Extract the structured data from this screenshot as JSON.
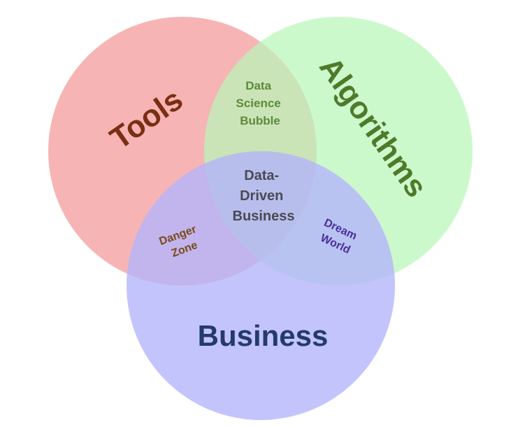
{
  "sets": {
    "tools": {
      "label": "Tools",
      "fill": "#f5a3a3",
      "text_color": "#7a2e12"
    },
    "algorithms": {
      "label": "Algorithms",
      "fill": "#b9f7b9",
      "text_color": "#4e7a2a"
    },
    "business": {
      "label": "Business",
      "fill": "#b3b3fb",
      "text_color": "#243a6b"
    }
  },
  "intersections": {
    "tools_algorithms": {
      "lines": [
        "Data",
        "Science",
        "Bubble"
      ],
      "text_color": "#5c8a3c"
    },
    "all_three": {
      "lines": [
        "Data-",
        "Driven",
        "Business"
      ],
      "text_color": "#4a4a55"
    },
    "tools_business": {
      "lines": [
        "Danger",
        "Zone"
      ],
      "text_color": "#7a4a1a"
    },
    "algorithms_business": {
      "lines": [
        "Dream",
        "World"
      ],
      "text_color": "#4a2f9a"
    }
  }
}
